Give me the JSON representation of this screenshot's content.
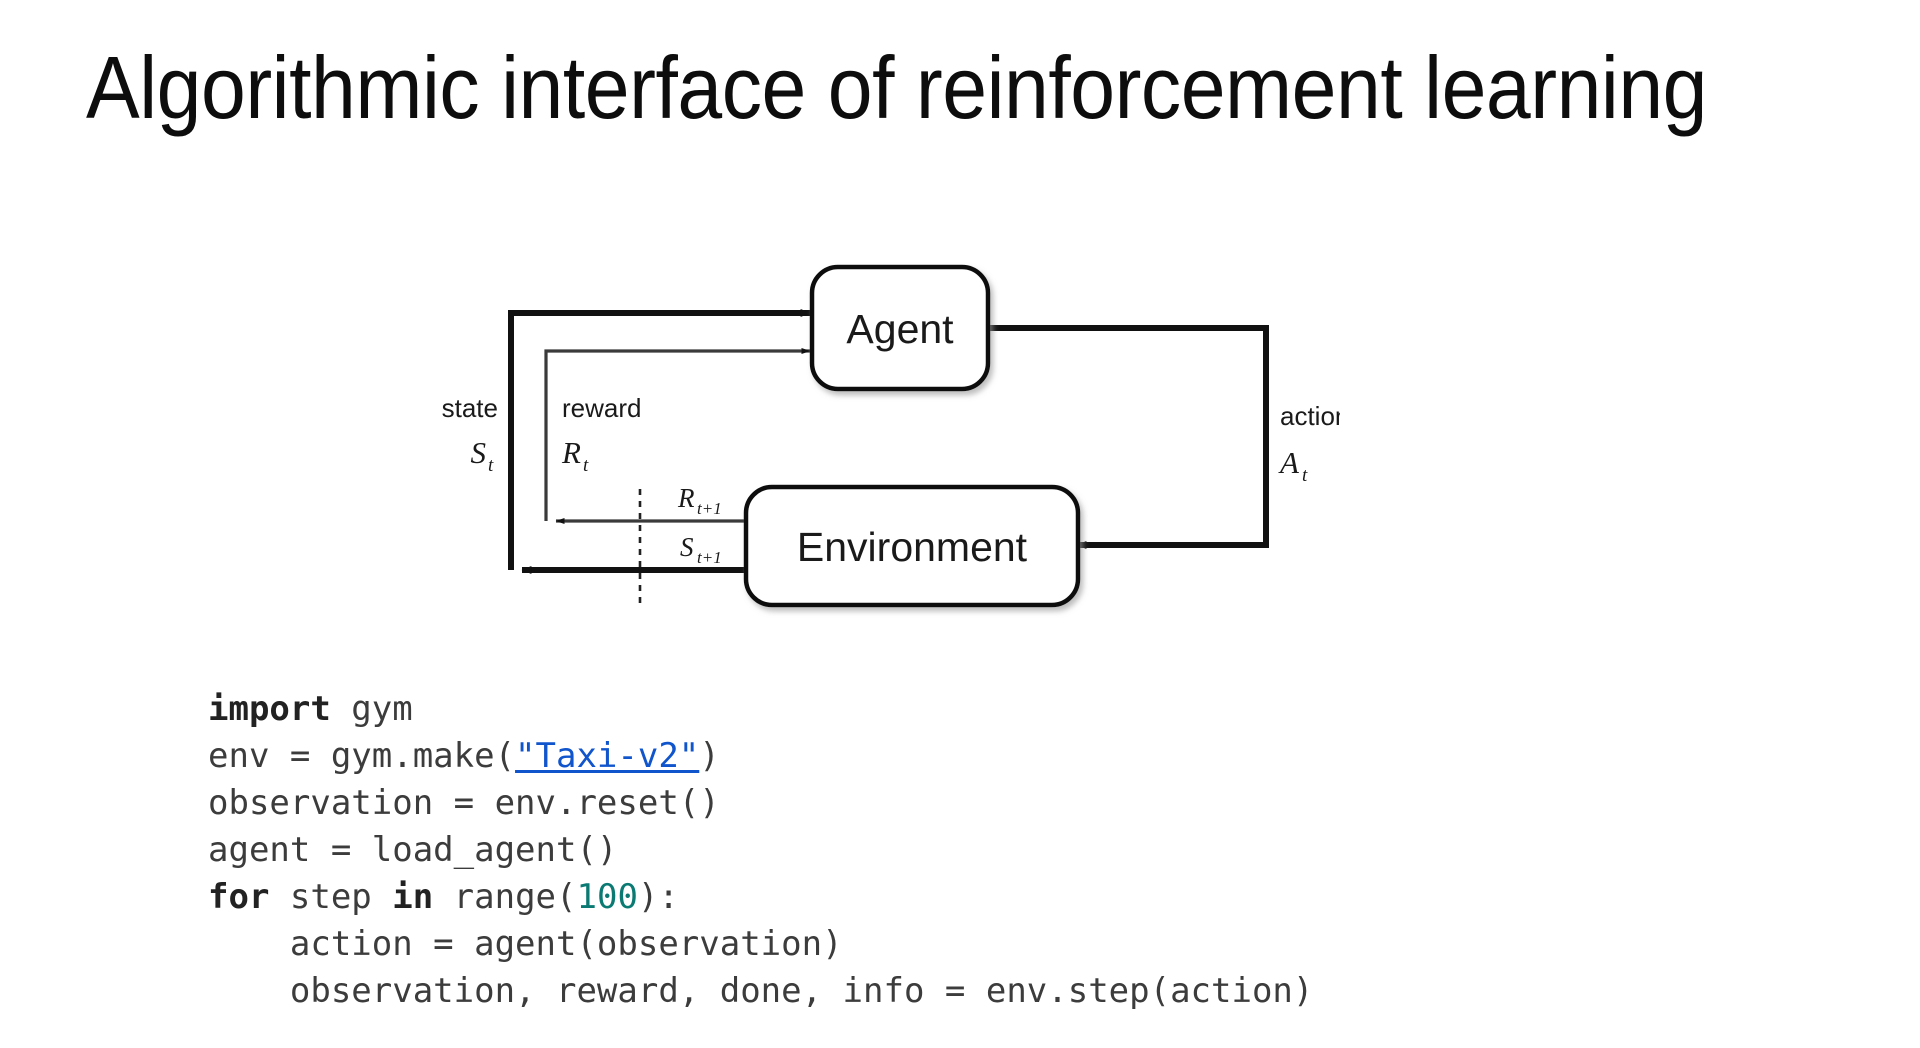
{
  "slide": {
    "title": "Algorithmic interface of reinforcement learning",
    "background_color": "#ffffff"
  },
  "diagram": {
    "name": "agent-environment-interaction-loop",
    "nodes": [
      {
        "id": "agent",
        "label": "Agent"
      },
      {
        "id": "environment",
        "label": "Environment"
      }
    ],
    "edge_labels": {
      "state_word": "state",
      "state_symbol": "S",
      "state_subscript": "t",
      "reward_word": "reward",
      "reward_symbol": "R",
      "reward_subscript": "t",
      "action_word": "action",
      "action_symbol": "A",
      "action_subscript": "t",
      "next_reward_symbol": "R",
      "next_reward_subscript": "t+1",
      "next_state_symbol": "S",
      "next_state_subscript": "t+1"
    },
    "stroke_color": "#111111"
  },
  "code": {
    "language": "python",
    "colors": {
      "keyword": "#222222",
      "number": "#0b7a73",
      "link": "#1155cc",
      "plain": "#3c3c3c"
    },
    "lines": [
      [
        {
          "t": "import",
          "k": "kw"
        },
        {
          "t": " gym",
          "k": "plain"
        }
      ],
      [
        {
          "t": "env = gym.make(",
          "k": "plain"
        },
        {
          "t": "\"Taxi-v2\"",
          "k": "link"
        },
        {
          "t": ")",
          "k": "plain"
        }
      ],
      [
        {
          "t": "observation = env.reset()",
          "k": "plain"
        }
      ],
      [
        {
          "t": "agent = load_agent()",
          "k": "plain"
        }
      ],
      [
        {
          "t": "for",
          "k": "kw"
        },
        {
          "t": " step ",
          "k": "plain"
        },
        {
          "t": "in",
          "k": "kw"
        },
        {
          "t": " range(",
          "k": "plain"
        },
        {
          "t": "100",
          "k": "num"
        },
        {
          "t": "):",
          "k": "plain"
        }
      ],
      [
        {
          "t": "    action = agent(observation)",
          "k": "plain"
        }
      ],
      [
        {
          "t": "    observation, reward, done, info = env.step(action)",
          "k": "plain"
        }
      ]
    ]
  }
}
